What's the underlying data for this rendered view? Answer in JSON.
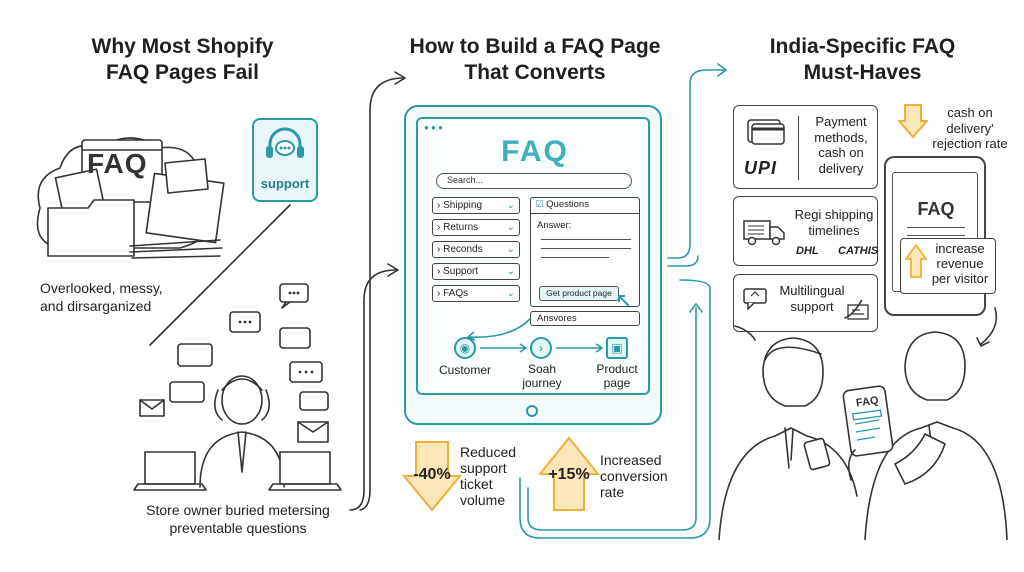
{
  "columns": {
    "left": {
      "title_line1": "Why Most Shopify",
      "title_line2": "FAQ Pages Fail",
      "faq_doc_label": "FAQ",
      "support_badge": "support",
      "caption_overlooked": "Overlooked, messy,\nand dirsarganized",
      "caption_store_owner": "Store owner buried metersing\npreventable questions"
    },
    "middle": {
      "title_line1": "How to Build a FAQ Page",
      "title_line2": "That Converts",
      "tablet_heading": "FAQ",
      "search_placeholder": "Search...",
      "nav_items": [
        "Shipping",
        "Returns",
        "Reconds",
        "Support",
        "FAQs"
      ],
      "questions_label": "Questions",
      "answer_label": "Answer:",
      "cta_button": "Get product page",
      "answers_label": "Ansvores",
      "flow": {
        "step1": "Customer",
        "step2": "Soah\njourney",
        "step3": "Product\npage"
      },
      "stat1": {
        "value": "-40%",
        "label": "Reduced\nsupport\nticket\nvolume",
        "color": "#f0b03a"
      },
      "stat2": {
        "value": "+15%",
        "label": "Increased\nconversion\nrate",
        "color": "#f0b03a"
      }
    },
    "right": {
      "title_line1": "India-Specific FAQ",
      "title_line2": "Must-Haves",
      "payment_text": "Payment\nmethods,\ncash on\ndelivery",
      "upi_logo": "UPI",
      "cod_text": "cash on\ndelivery'\nrejection rate",
      "shipping_text": "Regi shipping\ntimelines",
      "courier1": "DHL",
      "courier2": "CATHIS",
      "multilingual_text": "Multilingual\nsupport",
      "phone_heading": "FAQ",
      "revenue_text": "increase\nrevenue\nper visitor",
      "hand_phone_label": "FAQ"
    }
  },
  "colors": {
    "teal": "#2a9aa5",
    "amber": "#f0b03a",
    "ink": "#333333"
  }
}
